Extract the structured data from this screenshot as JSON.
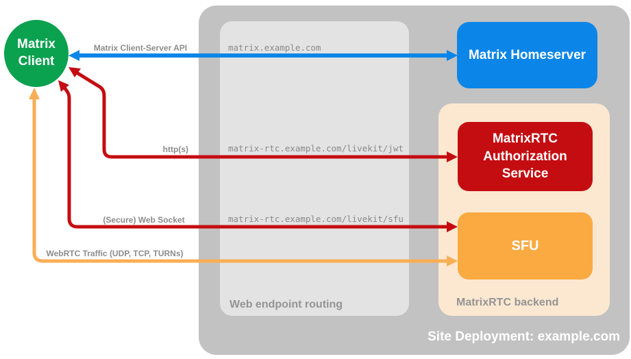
{
  "client": {
    "label": "Matrix Client"
  },
  "homeserver": {
    "label": "Matrix Homeserver"
  },
  "deployment": {
    "label": "Site Deployment: example.com"
  },
  "routing": {
    "label": "Web endpoint routing"
  },
  "backend": {
    "label": "MatrixRTC backend",
    "auth": {
      "label": "MatrixRTC Authorization Service"
    },
    "sfu": {
      "label": "SFU"
    }
  },
  "arrows": {
    "client_server": {
      "label": "Matrix Client-Server API",
      "endpoint": "matrix.example.com",
      "color": "#0b86e8",
      "bidirectional": true
    },
    "http": {
      "label": "http(s)",
      "endpoint": "matrix-rtc.example.com/livekit/jwt",
      "color": "#c40d11",
      "bidirectional": true
    },
    "websocket": {
      "label": "(Secure) Web Socket",
      "endpoint": "matrix-rtc.example.com/livekit/sfu",
      "color": "#c40d11",
      "bidirectional": true
    },
    "webrtc": {
      "label": "WebRTC Traffic (UDP, TCP, TURNs)",
      "color": "#f9ae55",
      "bidirectional": true
    }
  },
  "colors": {
    "client_green": "#0aa14f",
    "homeserver_blue": "#0b86e8",
    "auth_red": "#c40d11",
    "sfu_orange": "#fbaa42",
    "webrtc_orange": "#f9ae55",
    "backend_peach": "#fce8d1",
    "deployment_gray": "#c2c2c2",
    "routing_gray": "#e3e3e3"
  }
}
